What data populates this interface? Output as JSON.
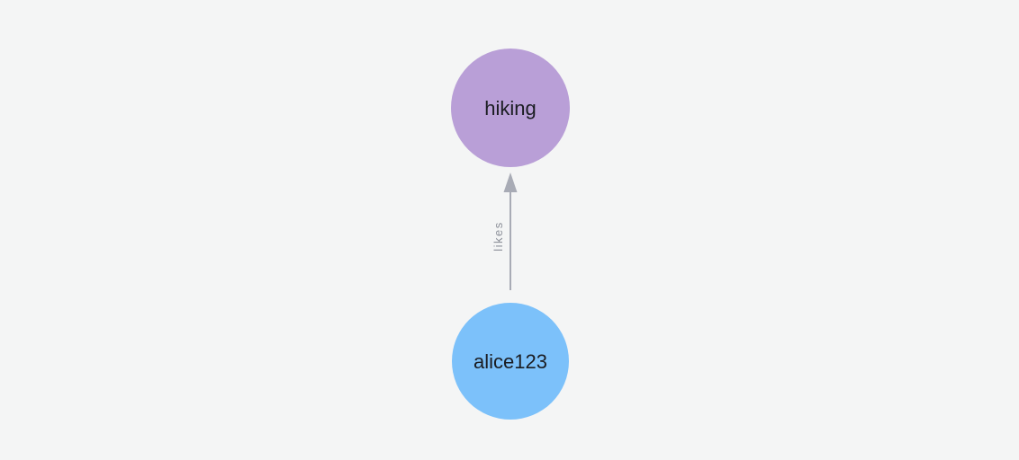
{
  "canvas": {
    "background_color": "#f4f5f5"
  },
  "graph": {
    "nodes": [
      {
        "id": "hiking",
        "label": "hiking",
        "fill_color": "#b99fd7",
        "label_color": "#1b1d22"
      },
      {
        "id": "alice123",
        "label": "alice123",
        "fill_color": "#7cc1fa",
        "label_color": "#1b1d22"
      }
    ],
    "edges": [
      {
        "id": "alice123-likes-hiking",
        "label": "likes",
        "from": "alice123",
        "to": "hiking",
        "line_color": "#a8abb5",
        "arrowhead_color": "#a8abb5",
        "label_color": "#8d919a"
      }
    ]
  }
}
